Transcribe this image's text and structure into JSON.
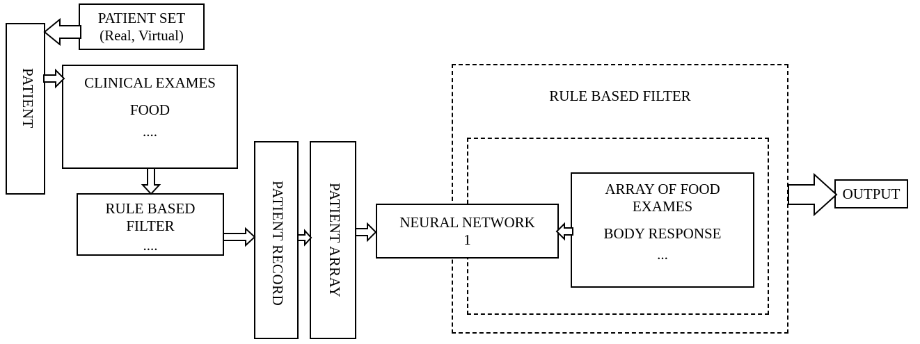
{
  "diagram": {
    "title": "Patient data processing block diagram",
    "stroke_color": "#000000",
    "fill_color": "#ffffff"
  },
  "nodes": {
    "patient_set": {
      "label_line1": "PATIENT SET",
      "label_line2": "(Real, Virtual)"
    },
    "patient": {
      "label": "PATIENT"
    },
    "clinical_exames": {
      "label_line1": "CLINICAL EXAMES",
      "label_line2": "FOOD",
      "label_line3": "...."
    },
    "rule_based_filter_left": {
      "label_line1": "RULE BASED",
      "label_line2": "FILTER",
      "label_line3": "...."
    },
    "patient_record": {
      "label": "PATIENT RECORD"
    },
    "patient_array": {
      "label": "PATIENT ARRAY"
    },
    "neural_network": {
      "label_line1": "NEURAL NETWORK",
      "label_line2": "1"
    },
    "array_of_food_exames": {
      "label_line1": "ARRAY OF FOOD",
      "label_line2": "EXAMES",
      "label_line3": "BODY RESPONSE",
      "label_line4": "..."
    },
    "rule_based_filter_outer": {
      "label": "RULE BASED FILTER"
    },
    "output": {
      "label": "OUTPUT"
    }
  },
  "arrows": [
    {
      "name": "patient-set-to-patient",
      "direction": "left"
    },
    {
      "name": "patient-to-clinical-exames",
      "direction": "right"
    },
    {
      "name": "clinical-exames-to-rule-based-filter",
      "direction": "down"
    },
    {
      "name": "rule-based-filter-to-patient-record",
      "direction": "right"
    },
    {
      "name": "patient-record-to-patient-array",
      "direction": "right"
    },
    {
      "name": "patient-array-to-neural-network",
      "direction": "right"
    },
    {
      "name": "array-of-food-exames-to-neural-network",
      "direction": "left"
    },
    {
      "name": "rule-based-filter-to-output",
      "direction": "right"
    }
  ]
}
